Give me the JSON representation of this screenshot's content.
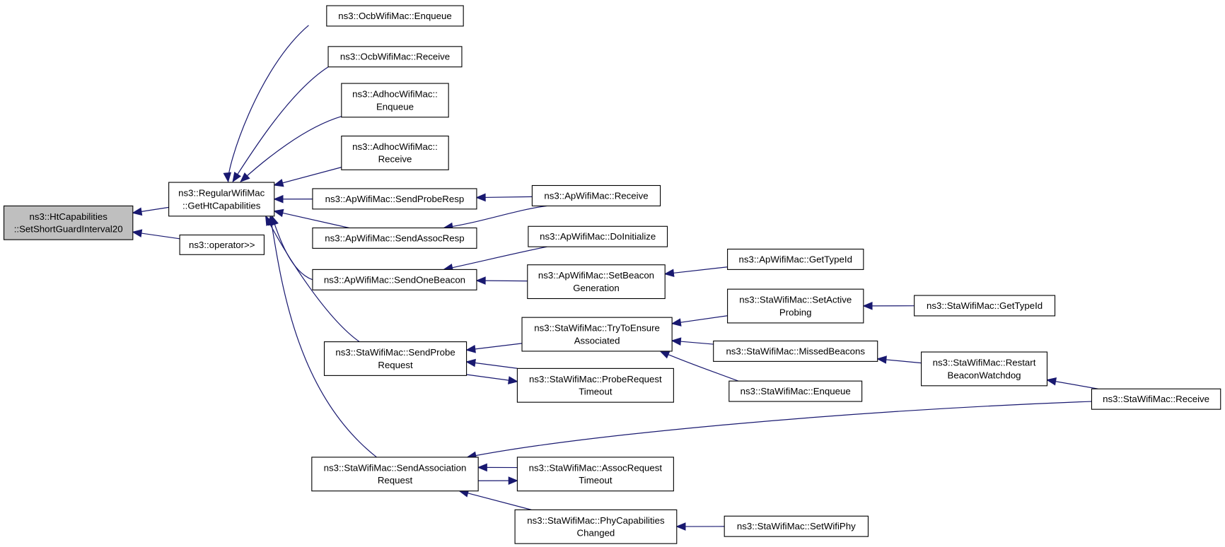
{
  "graph": {
    "nodes": [
      {
        "id": "n0",
        "lines": [
          "ns3::HtCapabilities",
          "::SetShortGuardInterval20"
        ],
        "highlighted": true
      },
      {
        "id": "n1",
        "lines": [
          "ns3::RegularWifiMac",
          "::GetHtCapabilities"
        ]
      },
      {
        "id": "n2",
        "lines": [
          "ns3::operator>>"
        ]
      },
      {
        "id": "n3",
        "lines": [
          "ns3::OcbWifiMac::Enqueue"
        ]
      },
      {
        "id": "n4",
        "lines": [
          "ns3::OcbWifiMac::Receive"
        ]
      },
      {
        "id": "n5",
        "lines": [
          "ns3::AdhocWifiMac::",
          "Enqueue"
        ]
      },
      {
        "id": "n6",
        "lines": [
          "ns3::AdhocWifiMac::",
          "Receive"
        ]
      },
      {
        "id": "n7",
        "lines": [
          "ns3::ApWifiMac::SendProbeResp"
        ]
      },
      {
        "id": "n8",
        "lines": [
          "ns3::ApWifiMac::SendAssocResp"
        ]
      },
      {
        "id": "n9",
        "lines": [
          "ns3::ApWifiMac::SendOneBeacon"
        ]
      },
      {
        "id": "n10",
        "lines": [
          "ns3::StaWifiMac::SendProbe",
          "Request"
        ]
      },
      {
        "id": "n11",
        "lines": [
          "ns3::StaWifiMac::SendAssociation",
          "Request"
        ]
      },
      {
        "id": "n12",
        "lines": [
          "ns3::ApWifiMac::Receive"
        ]
      },
      {
        "id": "n13",
        "lines": [
          "ns3::ApWifiMac::DoInitialize"
        ]
      },
      {
        "id": "n14",
        "lines": [
          "ns3::ApWifiMac::SetBeacon",
          "Generation"
        ]
      },
      {
        "id": "n15",
        "lines": [
          "ns3::StaWifiMac::TryToEnsure",
          "Associated"
        ]
      },
      {
        "id": "n16",
        "lines": [
          "ns3::StaWifiMac::ProbeRequest",
          "Timeout"
        ]
      },
      {
        "id": "n17",
        "lines": [
          "ns3::StaWifiMac::AssocRequest",
          "Timeout"
        ]
      },
      {
        "id": "n18",
        "lines": [
          "ns3::StaWifiMac::PhyCapabilities",
          "Changed"
        ]
      },
      {
        "id": "n19",
        "lines": [
          "ns3::ApWifiMac::GetTypeId"
        ]
      },
      {
        "id": "n20",
        "lines": [
          "ns3::StaWifiMac::SetActive",
          "Probing"
        ]
      },
      {
        "id": "n21",
        "lines": [
          "ns3::StaWifiMac::MissedBeacons"
        ]
      },
      {
        "id": "n22",
        "lines": [
          "ns3::StaWifiMac::Enqueue"
        ]
      },
      {
        "id": "n23",
        "lines": [
          "ns3::StaWifiMac::SetWifiPhy"
        ]
      },
      {
        "id": "n24",
        "lines": [
          "ns3::StaWifiMac::GetTypeId"
        ]
      },
      {
        "id": "n25",
        "lines": [
          "ns3::StaWifiMac::Restart",
          "BeaconWatchdog"
        ]
      },
      {
        "id": "n26",
        "lines": [
          "ns3::StaWifiMac::Receive"
        ]
      }
    ],
    "edges": [
      {
        "from": "n1",
        "to": "n0"
      },
      {
        "from": "n2",
        "to": "n0"
      },
      {
        "from": "n3",
        "to": "n1"
      },
      {
        "from": "n4",
        "to": "n1"
      },
      {
        "from": "n5",
        "to": "n1"
      },
      {
        "from": "n6",
        "to": "n1"
      },
      {
        "from": "n7",
        "to": "n1"
      },
      {
        "from": "n8",
        "to": "n1"
      },
      {
        "from": "n9",
        "to": "n1"
      },
      {
        "from": "n10",
        "to": "n1"
      },
      {
        "from": "n11",
        "to": "n1"
      },
      {
        "from": "n12",
        "to": "n7"
      },
      {
        "from": "n12",
        "to": "n8"
      },
      {
        "from": "n13",
        "to": "n9"
      },
      {
        "from": "n14",
        "to": "n9"
      },
      {
        "from": "n15",
        "to": "n10"
      },
      {
        "from": "n16",
        "to": "n10"
      },
      {
        "from": "n10",
        "to": "n16"
      },
      {
        "from": "n26",
        "to": "n11"
      },
      {
        "from": "n17",
        "to": "n11"
      },
      {
        "from": "n11",
        "to": "n17"
      },
      {
        "from": "n18",
        "to": "n11"
      },
      {
        "from": "n19",
        "to": "n14"
      },
      {
        "from": "n20",
        "to": "n15"
      },
      {
        "from": "n21",
        "to": "n15"
      },
      {
        "from": "n22",
        "to": "n15"
      },
      {
        "from": "n23",
        "to": "n18"
      },
      {
        "from": "n24",
        "to": "n20"
      },
      {
        "from": "n25",
        "to": "n21"
      },
      {
        "from": "n26",
        "to": "n25"
      }
    ]
  }
}
